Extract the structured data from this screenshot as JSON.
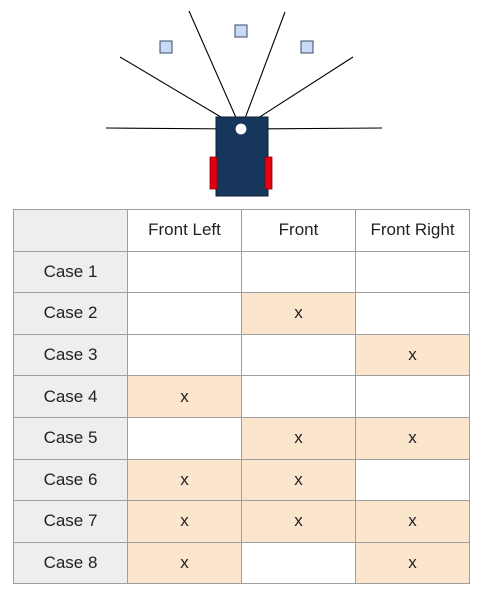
{
  "diagram": {
    "colors": {
      "robot_body": "#16365c",
      "wheels": "#e2000f",
      "sensor": "#ffffff",
      "beams": "#000000",
      "targets_fill": "#c9daf8",
      "targets_stroke": "#3c4a5f"
    },
    "icons": [
      "robot-body",
      "left-wheel",
      "right-wheel",
      "sensor-circle",
      "sensor-beam",
      "target-square"
    ]
  },
  "table": {
    "columns": [
      "Front Left",
      "Front",
      "Front Right"
    ],
    "rows": [
      {
        "label": "Case 1",
        "cells": [
          "",
          "",
          ""
        ]
      },
      {
        "label": "Case 2",
        "cells": [
          "",
          "x",
          ""
        ]
      },
      {
        "label": "Case 3",
        "cells": [
          "",
          "",
          "x"
        ]
      },
      {
        "label": "Case 4",
        "cells": [
          "x",
          "",
          ""
        ]
      },
      {
        "label": "Case 5",
        "cells": [
          "",
          "x",
          "x"
        ]
      },
      {
        "label": "Case 6",
        "cells": [
          "x",
          "x",
          ""
        ]
      },
      {
        "label": "Case 7",
        "cells": [
          "x",
          "x",
          "x"
        ]
      },
      {
        "label": "Case 8",
        "cells": [
          "x",
          "",
          "x"
        ]
      }
    ],
    "colors": {
      "header_bg": "#eeeeee",
      "active_cell_bg": "#fce5cd",
      "grid_line": "#9e9e9e"
    }
  }
}
